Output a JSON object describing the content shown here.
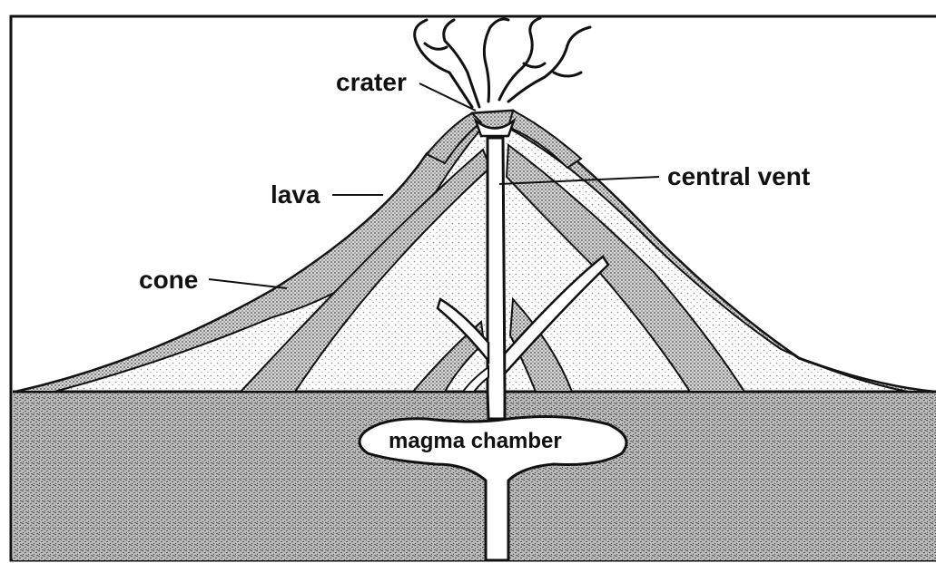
{
  "labels": {
    "crater": "crater",
    "lava": "lava",
    "cone": "cone",
    "central_vent": "central vent",
    "magma_chamber": "magma chamber"
  },
  "colors": {
    "ink": "#111111",
    "paper": "#ffffff",
    "cone_stipple": "#9a9a9a",
    "ground_stipple": "#555555"
  }
}
